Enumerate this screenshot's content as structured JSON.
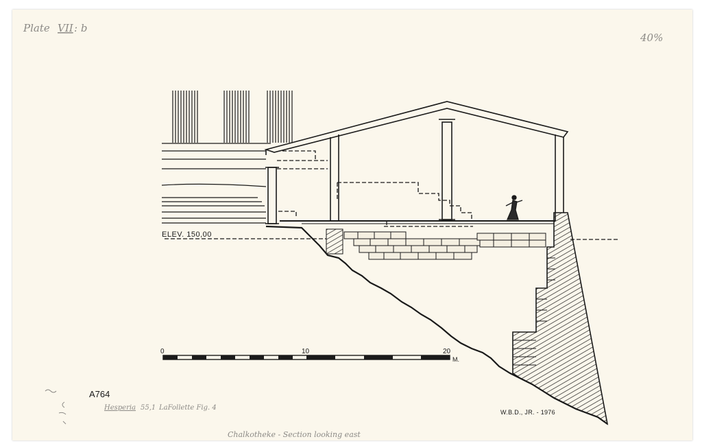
{
  "plate": {
    "label": "Plate",
    "number": "VII",
    "suffix": ": b"
  },
  "scale_note": "40%",
  "drawing": {
    "elevation_label": "ELEV. 150,00",
    "scale_bar": {
      "ticks": [
        "0",
        "10",
        "20"
      ],
      "unit": "M."
    },
    "catalog_number": "A764",
    "reference": {
      "journal": "Hesperia",
      "volume_ref": "55,1",
      "author_ref": "LaFollette Fig. 4"
    },
    "credit": "W.B.D., JR. - 1976",
    "caption": "Chalkotheke - Section looking east"
  },
  "colors": {
    "paper": "#fbf7ec",
    "ink": "#1a1a1a",
    "pencil": "#8c8a86"
  }
}
